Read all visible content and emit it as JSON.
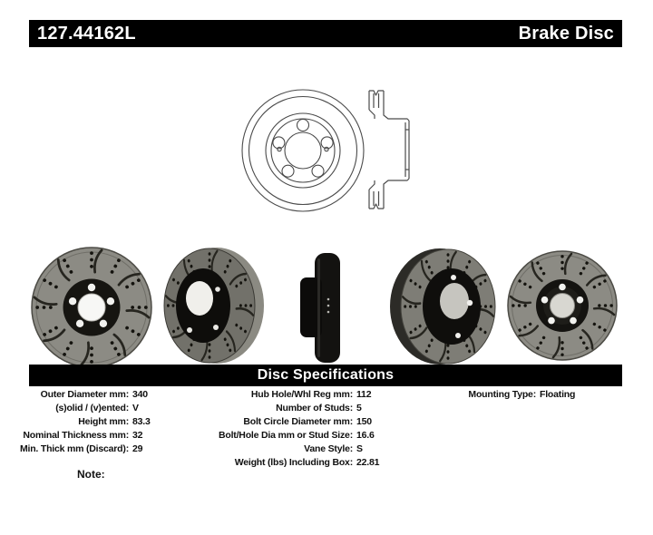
{
  "header": {
    "part_number": "127.44162L",
    "product_type": "Brake Disc"
  },
  "spec_header": "Disc Specifications",
  "specs": {
    "col1": [
      {
        "label": "Outer Diameter mm:",
        "value": "340"
      },
      {
        "label": "(s)olid / (v)ented:",
        "value": "V"
      },
      {
        "label": "Height mm:",
        "value": "83.3"
      },
      {
        "label": "Nominal Thickness mm:",
        "value": "32"
      },
      {
        "label": "Min. Thick mm (Discard):",
        "value": "29"
      }
    ],
    "col2": [
      {
        "label": "Hub Hole/Whl Reg mm:",
        "value": "112"
      },
      {
        "label": "Number of Studs:",
        "value": "5"
      },
      {
        "label": "Bolt Circle Diameter mm:",
        "value": "150"
      },
      {
        "label": "Bolt/Hole Dia mm or Stud Size:",
        "value": "16.6"
      },
      {
        "label": "Vane Style:",
        "value": "S"
      },
      {
        "label": "Weight (lbs) Including Box:",
        "value": "22.81"
      }
    ],
    "col3": [
      {
        "label": "Mounting Type:",
        "value": "Floating"
      }
    ]
  },
  "note": {
    "label": "Note:"
  },
  "images": {
    "drawing_front": "disc-front-technical-drawing",
    "drawing_side": "disc-cross-section-drawing",
    "photo_1": "rotor-photo-front-view",
    "photo_2": "rotor-photo-angled-right-view",
    "photo_3": "rotor-photo-edge-view",
    "photo_4": "rotor-photo-angled-left-view",
    "photo_5": "rotor-photo-front-view-2"
  },
  "colors": {
    "bar_background": "#000000",
    "bar_text": "#ffffff",
    "drawing_line": "#4a4a4a",
    "rotor_face_gray": "#8c8b84",
    "rotor_hub_black": "#151411",
    "page_background": "#ffffff"
  }
}
